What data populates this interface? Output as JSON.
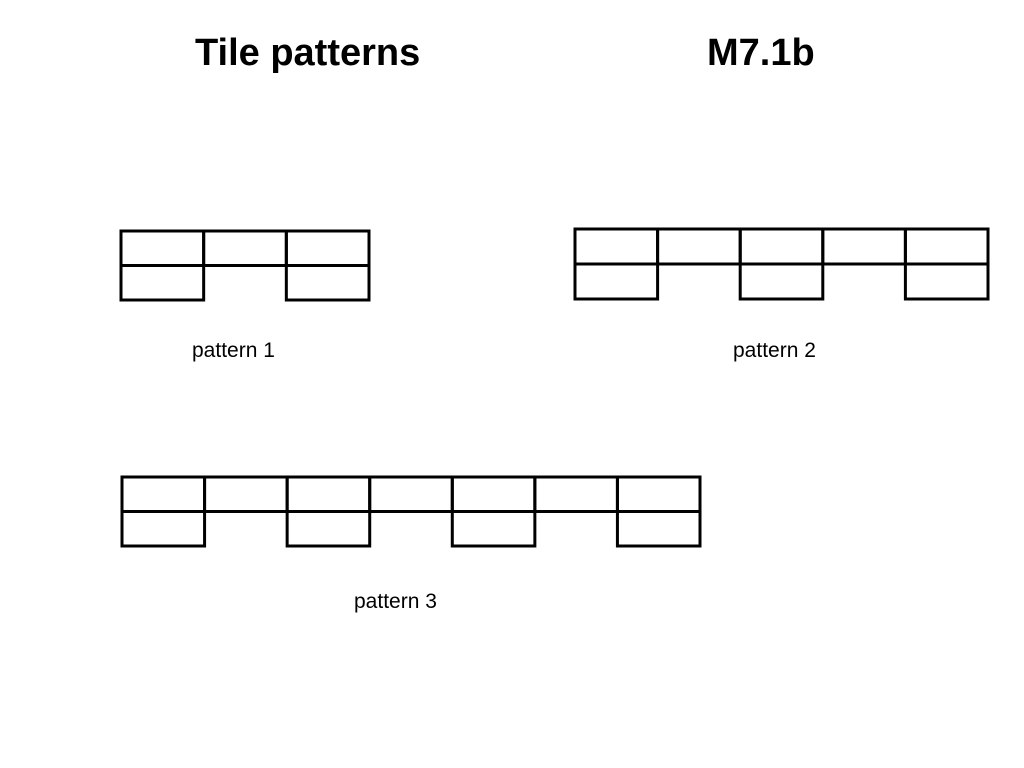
{
  "header": {
    "title": "Tile patterns",
    "code": "M7.1b"
  },
  "patterns": [
    {
      "label": "pattern 1",
      "columns": 3
    },
    {
      "label": "pattern 2",
      "columns": 5
    },
    {
      "label": "pattern 3",
      "columns": 7
    }
  ],
  "colors": {
    "stroke": "#000000",
    "background": "#ffffff"
  }
}
